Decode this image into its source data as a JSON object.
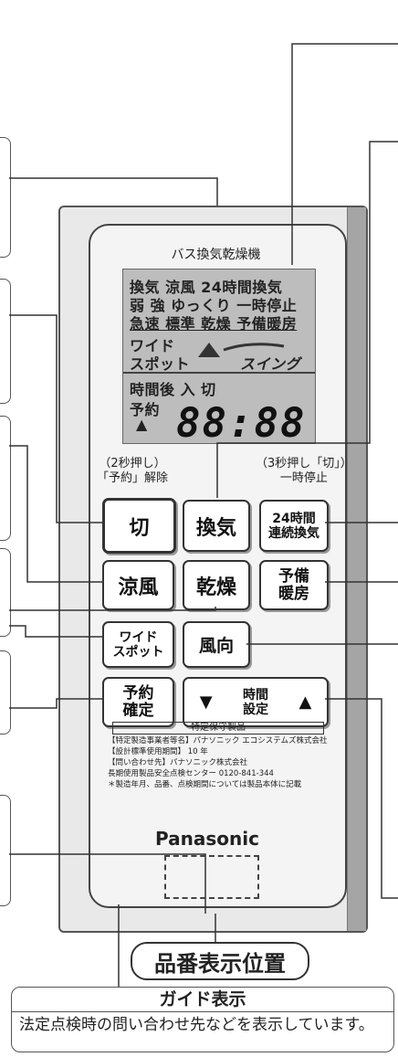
{
  "remote": {
    "model_title": "バス換気乾燥機",
    "lcd": {
      "row1": "換気 涼風 24時間換気",
      "row2": "弱 強 ゆっくり 一時停止",
      "row3": "急速 標準 乾燥 予備暖房",
      "row4": "ワイド",
      "row5a": "スポット",
      "row5b": "スイング",
      "row6": "時間後 入 切",
      "row7": "予約",
      "arrow": "▲",
      "digits": "88:88"
    },
    "note_left": "（2秒押し）\n「予約」解除",
    "note_right": "（3秒押し「切」）\n一時停止",
    "buttons": {
      "off": "切",
      "ventilation": "換気",
      "continuous": "24時間\n連続換気",
      "cool": "涼風",
      "dry": "乾燥",
      "preheat": "予備\n暖房",
      "wide_spot": "ワイド\nスポット",
      "direction": "風向",
      "reserve": "予約\n確定",
      "time_down": "▼",
      "time_label": "時間\n設定",
      "time_up": "▲"
    },
    "info": {
      "banner": "特定保守製品",
      "maker": "【特定製造事業者等名】パナソニック エコシステムズ株式会社",
      "period": "【設計標準使用期間】 10 年",
      "contact": "【問い合わせ先】パナソニック株式会社",
      "center": "長期使用製品安全点検センター 0120-841-344",
      "note": "＊製造年月、品番、点検期間については製品本体に記載"
    },
    "brand": "Panasonic"
  },
  "position_label": "品番表示位置",
  "guide": {
    "title": "ガイド表示",
    "body": "法定点検時の問い合わせ先などを表示しています。"
  }
}
